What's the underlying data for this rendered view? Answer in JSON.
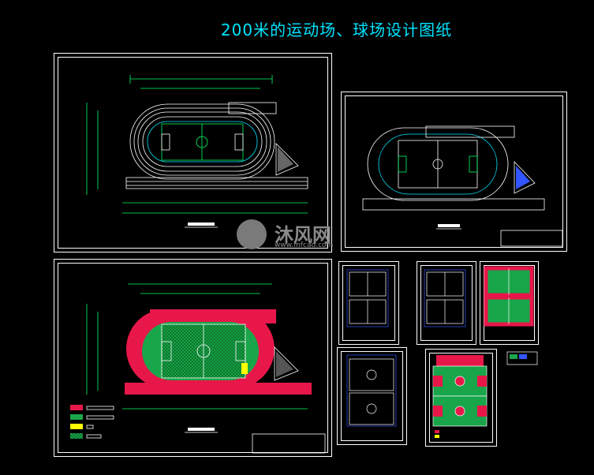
{
  "title": "200米的运动场、球场设计图纸",
  "watermark": {
    "main": "沐风网",
    "sub": "www.mfcad.com"
  },
  "colors": {
    "cyan": "#00e5ff",
    "red": "#e8174a",
    "green": "#19a64a",
    "yellow": "#ffff00",
    "blue": "#3355ff",
    "white": "#ffffff"
  }
}
